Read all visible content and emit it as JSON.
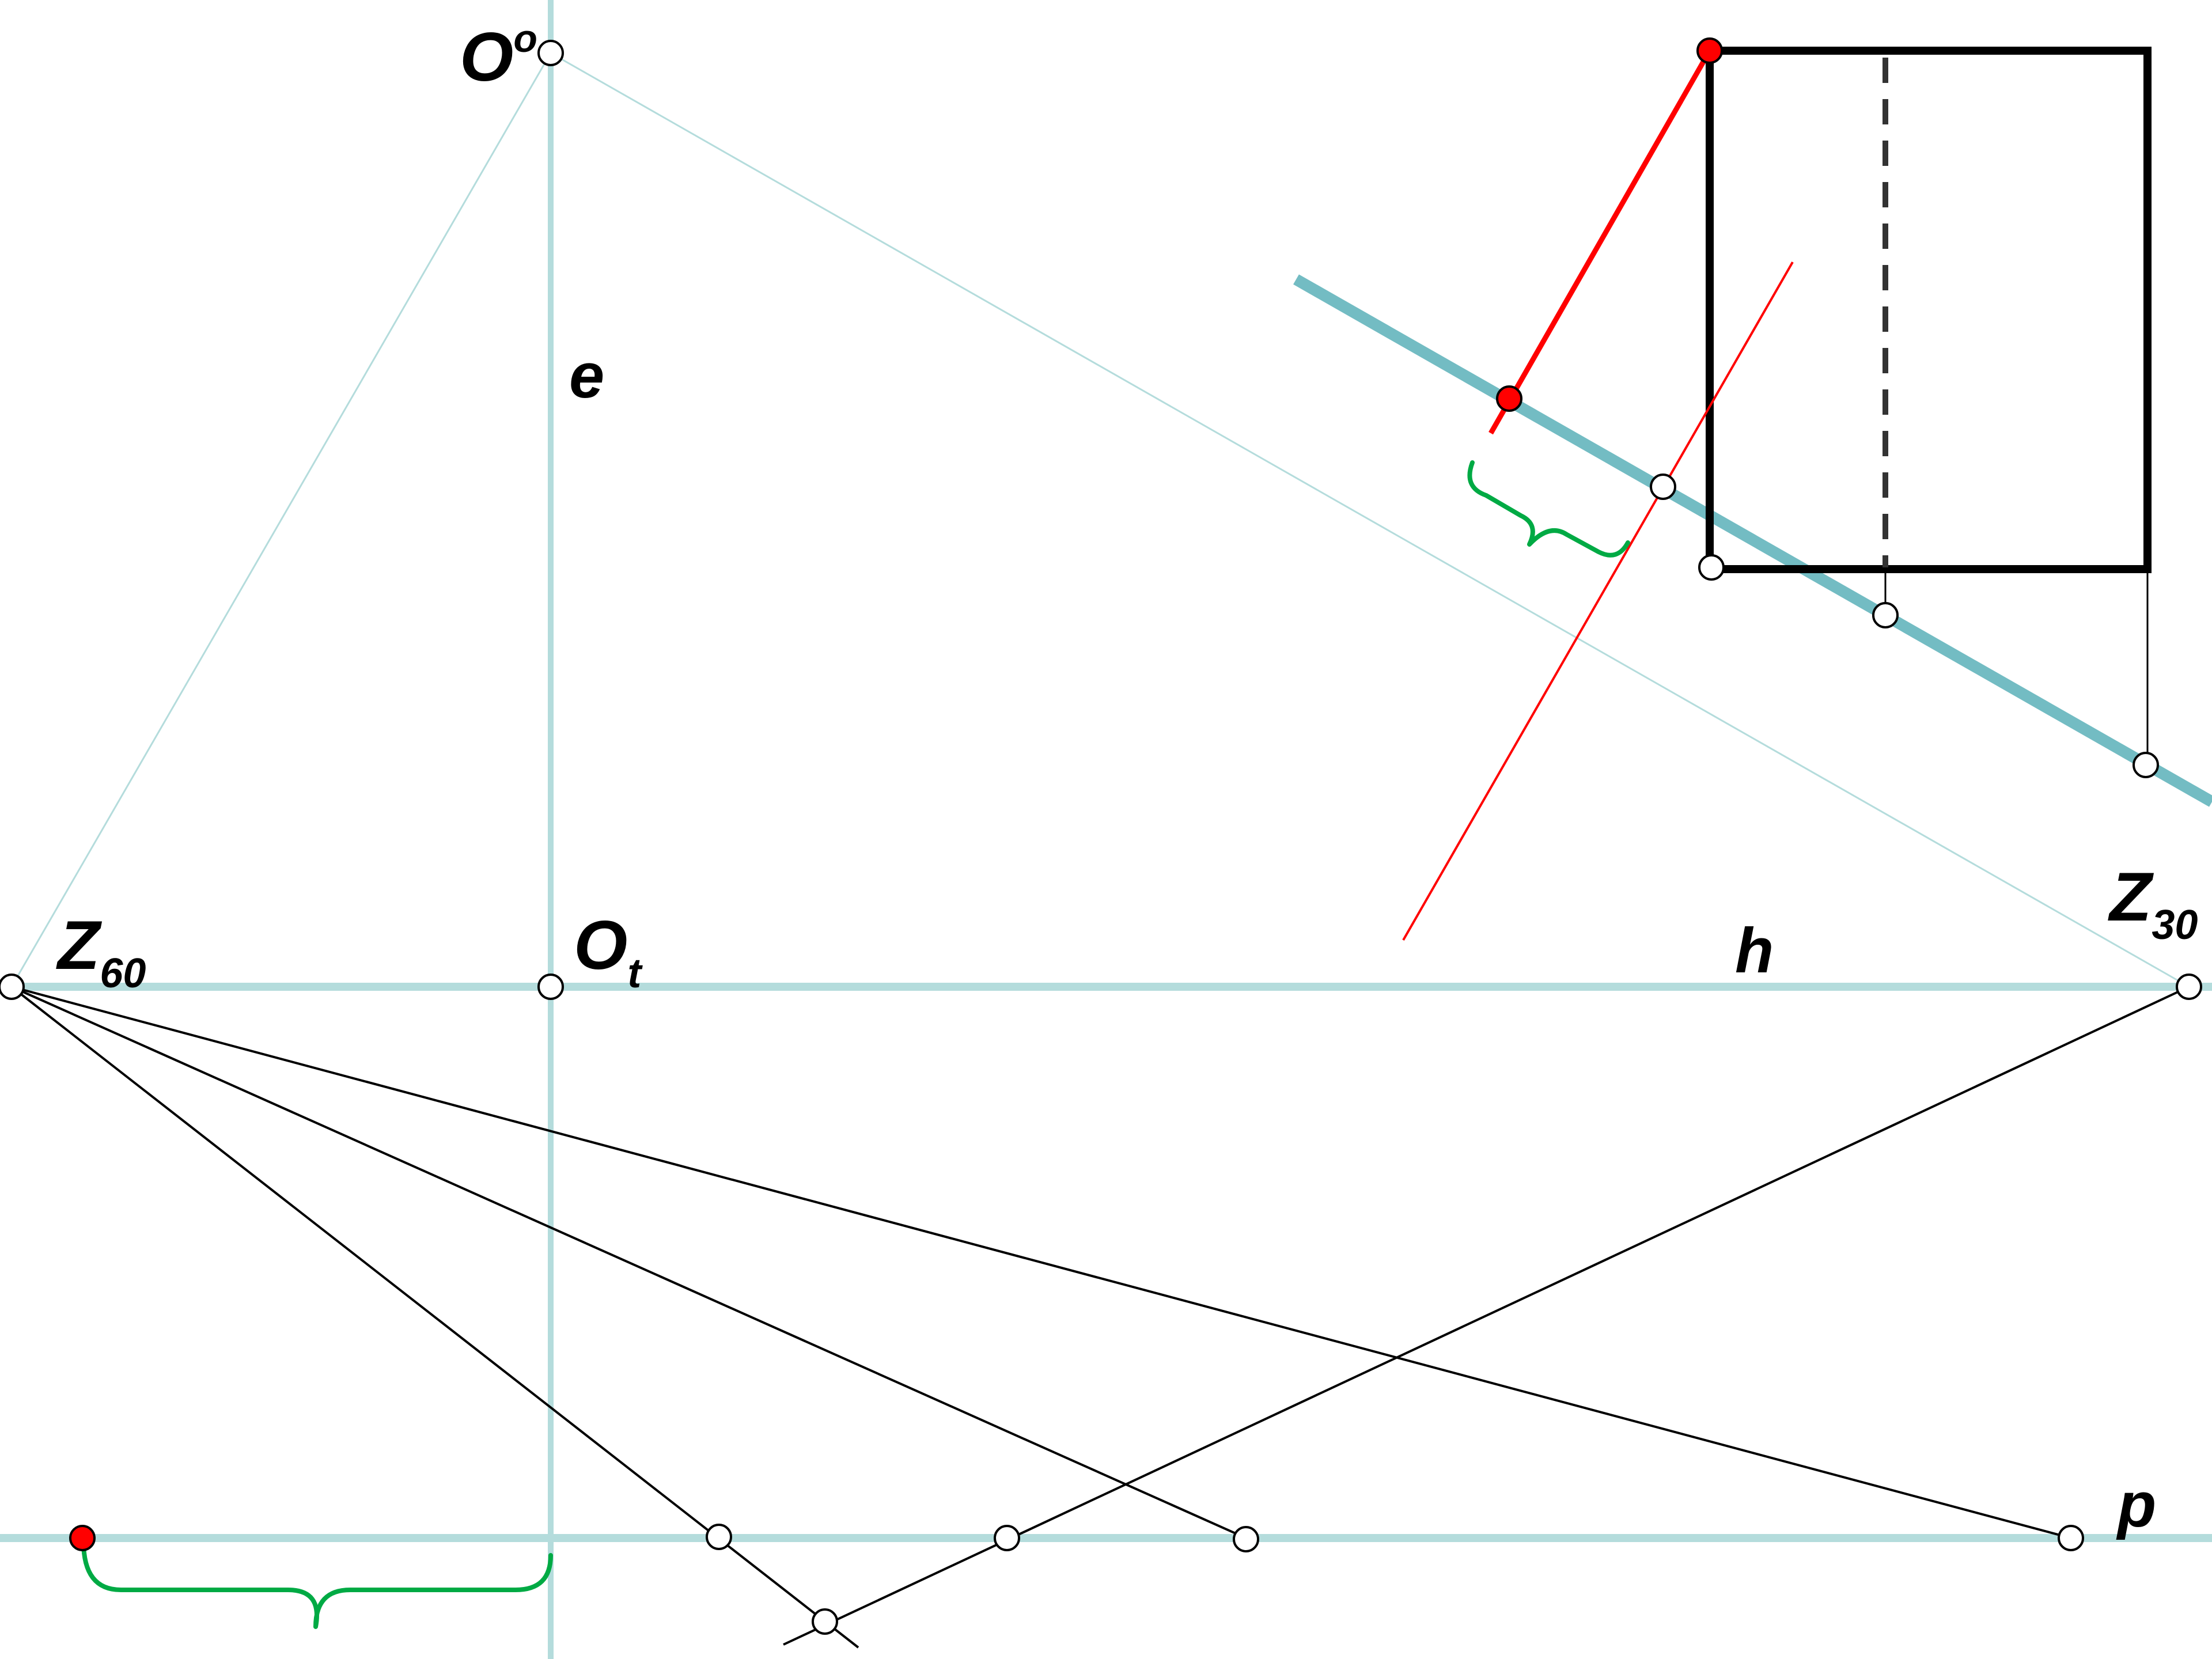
{
  "colors": {
    "construction_line": "#b4dcdc",
    "thick_line": "#73bcc3",
    "ink": "#000000",
    "red": "#ff0000",
    "green_brace": "#00aa44",
    "dash": "#333333",
    "point_fill": "#ffffff",
    "point_red_fill": "#ff0000"
  },
  "labels": {
    "O0_main": "O",
    "O0_sup": "o",
    "e": "e",
    "Ot_main": "O",
    "Ot_sub": "t",
    "Z60_main": "Z",
    "Z60_sub": "60",
    "Z30_main": "Z",
    "Z30_sub": "30",
    "h": "h",
    "p": "p"
  }
}
